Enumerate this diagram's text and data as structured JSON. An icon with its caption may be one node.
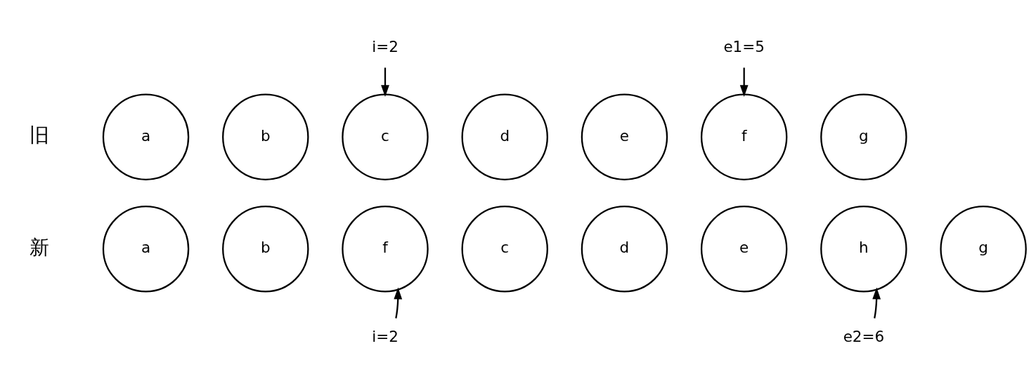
{
  "diagram": {
    "nodes": [
      {
        "text": [
          "i=2"
        ]
      },
      {
        "text": [
          "e1=5"
        ]
      },
      {
        "text": [
          "a"
        ]
      },
      {
        "text": [
          "b"
        ]
      },
      {
        "text": [
          "c"
        ]
      },
      {
        "text": [
          "d"
        ]
      },
      {
        "text": [
          "e"
        ]
      },
      {
        "text": [
          "f"
        ]
      },
      {
        "text": [
          "g"
        ]
      },
      {
        "text": [
          "a"
        ]
      },
      {
        "text": [
          "b"
        ]
      },
      {
        "text": [
          "f"
        ]
      },
      {
        "text": [
          "c"
        ]
      },
      {
        "text": [
          "d"
        ]
      },
      {
        "text": [
          "e"
        ]
      },
      {
        "text": [
          "h"
        ]
      },
      {
        "text": [
          "g"
        ]
      },
      {
        "text": [
          "i=2"
        ]
      },
      {
        "text": [
          "e2=6"
        ]
      }
    ],
    "edges": [
      {
        "from": 0,
        "to": 4,
        "arrow": "to"
      },
      {
        "from": 1,
        "to": 7,
        "arrow": "to"
      },
      {
        "from": 17,
        "to": 11,
        "arrow": "to"
      },
      {
        "from": 18,
        "to": 15,
        "arrow": "to"
      }
    ],
    "labels": [
      "旧",
      "新"
    ]
  }
}
